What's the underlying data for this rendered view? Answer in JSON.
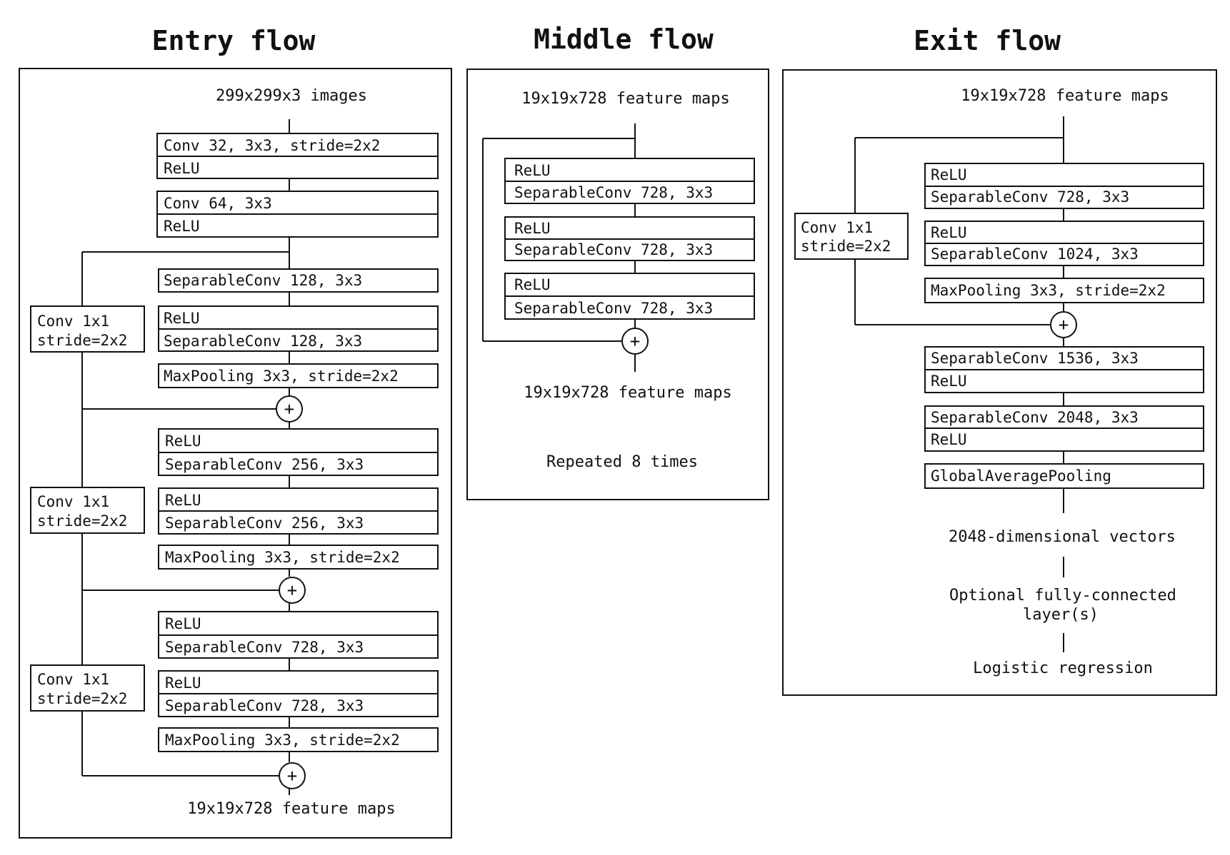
{
  "entry": {
    "title": "Entry flow",
    "input": "299x299x3 images",
    "block1": [
      "Conv 32, 3x3, stride=2x2",
      "ReLU"
    ],
    "block2": [
      "Conv 64, 3x3",
      "ReLU"
    ],
    "m1_sep": "SeparableConv 128, 3x3",
    "m1_b": [
      "ReLU",
      "SeparableConv 128, 3x3"
    ],
    "m1_pool": "MaxPooling 3x3, stride=2x2",
    "m1_side": [
      "Conv 1x1",
      "stride=2x2"
    ],
    "m2_a": [
      "ReLU",
      "SeparableConv 256, 3x3"
    ],
    "m2_b": [
      "ReLU",
      "SeparableConv 256, 3x3"
    ],
    "m2_pool": "MaxPooling 3x3, stride=2x2",
    "m2_side": [
      "Conv 1x1",
      "stride=2x2"
    ],
    "m3_a": [
      "ReLU",
      "SeparableConv 728, 3x3"
    ],
    "m3_b": [
      "ReLU",
      "SeparableConv 728, 3x3"
    ],
    "m3_pool": "MaxPooling 3x3, stride=2x2",
    "m3_side": [
      "Conv 1x1",
      "stride=2x2"
    ],
    "output": "19x19x728 feature maps"
  },
  "middle": {
    "title": "Middle flow",
    "input": "19x19x728 feature maps",
    "a": [
      "ReLU",
      "SeparableConv 728, 3x3"
    ],
    "b": [
      "ReLU",
      "SeparableConv 728, 3x3"
    ],
    "c": [
      "ReLU",
      "SeparableConv 728, 3x3"
    ],
    "output": "19x19x728 feature maps",
    "repeat": "Repeated 8 times"
  },
  "exit": {
    "title": "Exit flow",
    "input": "19x19x728 feature maps",
    "a": [
      "ReLU",
      "SeparableConv 728, 3x3"
    ],
    "b": [
      "ReLU",
      "SeparableConv 1024, 3x3"
    ],
    "pool": "MaxPooling 3x3, stride=2x2",
    "side": [
      "Conv 1x1",
      "stride=2x2"
    ],
    "c": [
      "SeparableConv 1536, 3x3",
      "ReLU"
    ],
    "d": [
      "SeparableConv 2048, 3x3",
      "ReLU"
    ],
    "gap": "GlobalAveragePooling",
    "vectors": "2048-dimensional vectors",
    "fc": [
      "Optional fully-connected",
      "layer(s)"
    ],
    "logistic": "Logistic regression"
  },
  "add_symbol": "+"
}
